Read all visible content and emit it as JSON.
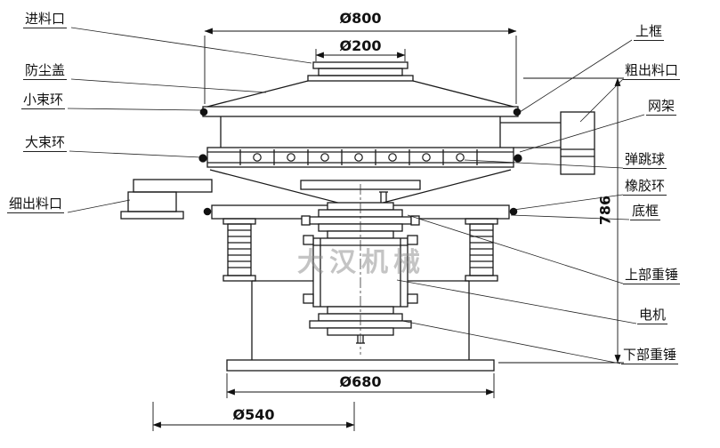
{
  "watermark": "大汉机械",
  "dimensions": {
    "top_outer": "Ø800",
    "inlet": "Ø200",
    "height": "786",
    "base": "Ø680",
    "lower": "Ø540"
  },
  "labels": {
    "feed_inlet": "进料口",
    "dust_cover": "防尘盖",
    "small_clamp_ring": "小束环",
    "large_clamp_ring": "大束环",
    "fine_outlet": "细出料口",
    "upper_frame": "上框",
    "coarse_outlet": "粗出料口",
    "screen_frame": "网架",
    "bouncing_ball": "弹跳球",
    "rubber_ring": "橡胶环",
    "bottom_frame": "底框",
    "upper_weight": "上部重锤",
    "motor": "电机",
    "lower_weight": "下部重锤"
  }
}
